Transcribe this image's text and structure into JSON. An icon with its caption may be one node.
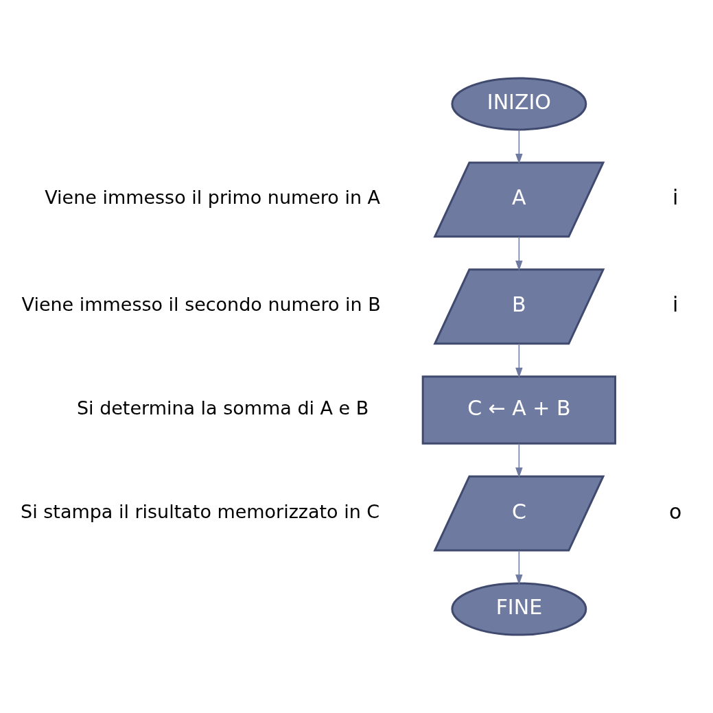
{
  "diagram": {
    "nodes": [
      {
        "text": [
          "INIZIO"
        ]
      },
      {
        "text": [
          "A"
        ],
        "beside": [
          "i"
        ]
      },
      {
        "text": [
          "B"
        ],
        "beside": [
          "i"
        ]
      },
      {
        "text": [
          "C ← A + B"
        ]
      },
      {
        "text": [
          "C"
        ],
        "beside": [
          "o"
        ]
      },
      {
        "text": [
          "FINE"
        ]
      }
    ],
    "edges": [
      {
        "from": 0,
        "to": 1,
        "arrow": "to"
      },
      {
        "from": 1,
        "to": 2,
        "arrow": "to"
      },
      {
        "from": 2,
        "to": 3,
        "arrow": "to"
      },
      {
        "from": 3,
        "to": 4,
        "arrow": "to"
      },
      {
        "from": 4,
        "to": 5,
        "arrow": "to"
      }
    ],
    "labels": [
      "Viene immesso il primo numero in A",
      "Viene immesso il secondo numero in B",
      "Si determina la somma di A e B",
      "Si stampa il risultato memorizzato in C"
    ]
  }
}
